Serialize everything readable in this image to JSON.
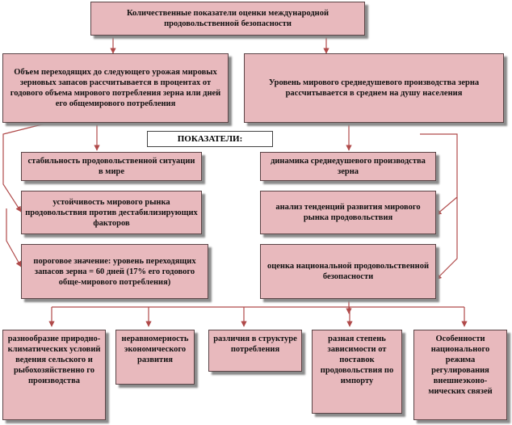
{
  "title": "Количественные показатели оценки международной продовольственной безопасности",
  "left_header": "Объем переходящих до следующего урожая мировых зерновых запасов рассчитывается в процентах от годового объема мирового потребления зерна или дней его общемирового потребления",
  "right_header": "Уровень мирового среднедушевого производства зерна рассчитывается в среднем на душу населения",
  "indicators_label": "ПОКАЗАТЕЛИ:",
  "left_items": [
    "стабильность продовольственной ситуации в мире",
    "устойчивость мирового рынка продовольствия против дестабилизирующих факторов",
    "пороговое значение: уровень переходящих запасов зерна = 60 дней (17% его годового обще-мирового потребления)"
  ],
  "right_items": [
    "динамика среднедушевого производства зерна",
    "анализ тенденций развития мирового рынка продовольствия",
    "оценка национальной продовольственной безопасности"
  ],
  "bottom_items": [
    "разнообразие природно-климатических условий ведения сельского и рыбохозяйственно го производства",
    "неравномерность экономического развития",
    "различия в структуре потребления",
    "разная степень зависимости от поставок продовольствия по импорту",
    "Особенности национального режима регулирования внешнеэконо-мических связей"
  ],
  "colors": {
    "box_fill": "#e8b9bd",
    "box_border": "#5a4446",
    "line": "#b04a4a"
  }
}
